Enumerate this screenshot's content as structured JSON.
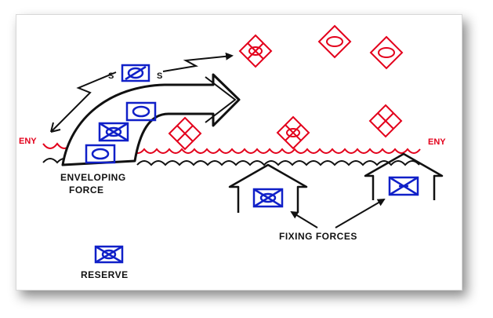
{
  "labels": {
    "eny_left": "ENY",
    "eny_right": "ENY",
    "enveloping_1": "ENVELOPING",
    "enveloping_2": "FORCE",
    "fixing": "FIXING FORCES",
    "reserve": "RESERVE",
    "screen_left": "S",
    "screen_right": "S"
  },
  "colors": {
    "enemy": "#e3001b",
    "friendly": "#1020c8",
    "ink": "#111111"
  },
  "symbols": {
    "friendly": [
      "infantry-unit-icon",
      "armor-unit-icon",
      "mechanized-infantry-unit-icon",
      "cavalry-unit-icon",
      "airborne-unit-icon"
    ],
    "enemy": [
      "mechanized-infantry-unit-icon",
      "armor-unit-icon",
      "infantry-unit-icon"
    ]
  }
}
